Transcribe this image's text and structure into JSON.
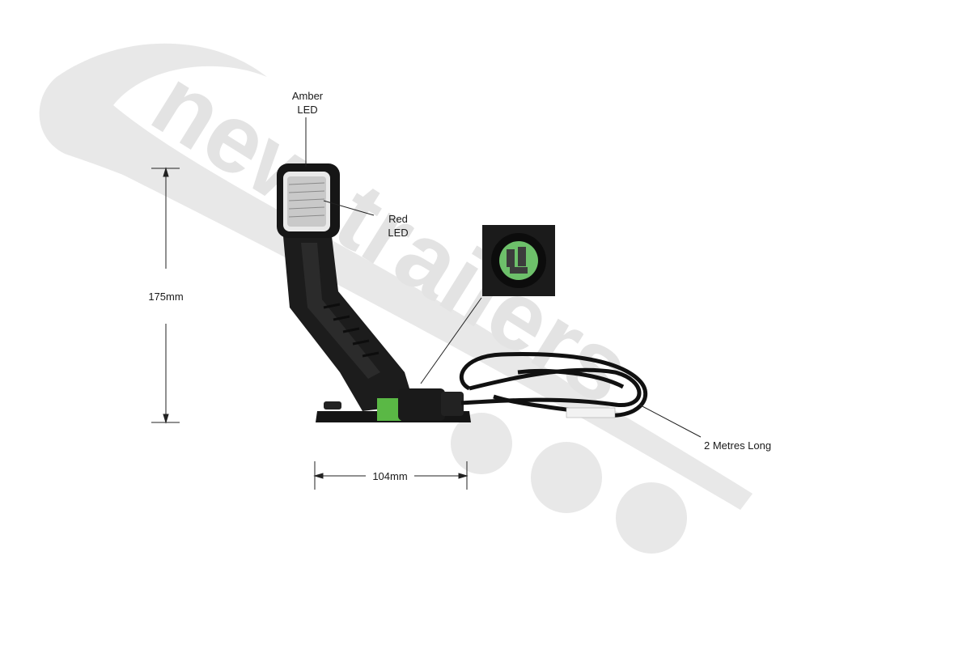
{
  "watermark": {
    "brand_text": "new trailers"
  },
  "labels": {
    "amber_led": [
      "Amber",
      "LED"
    ],
    "red_led": [
      "Red",
      "LED"
    ],
    "height": "175mm",
    "width": "104mm",
    "cable": "2 Metres Long"
  },
  "colors": {
    "watermark": "#e3e3e3",
    "lamp_body": "#1c1c1c",
    "connector_green": "#5ab845",
    "dimension_line": "#222222"
  }
}
